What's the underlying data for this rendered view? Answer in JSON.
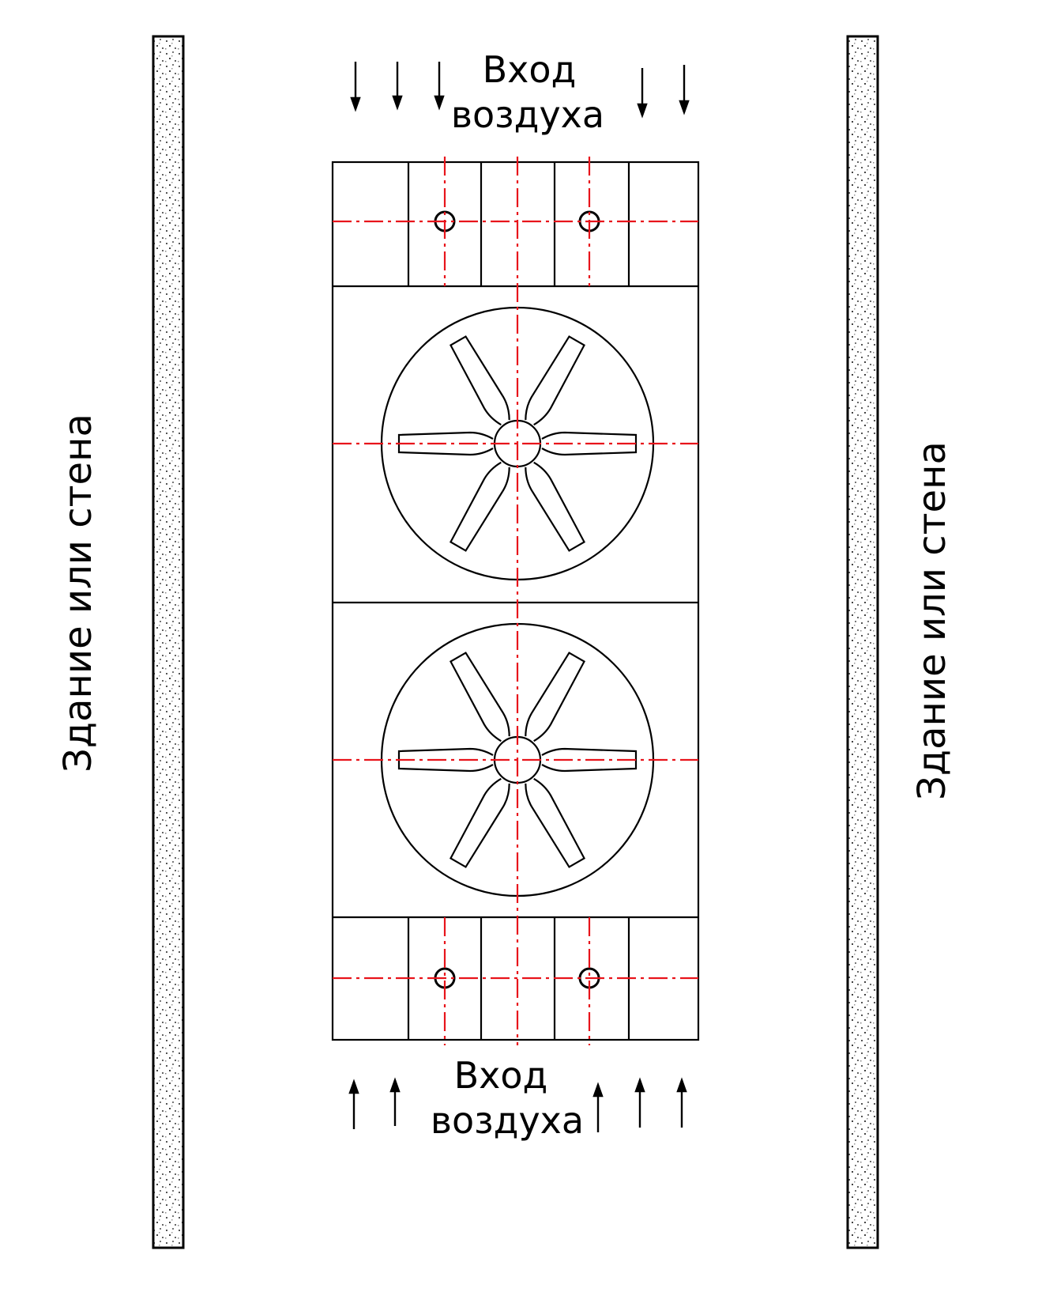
{
  "labels": {
    "air_inlet_top_line1": "Вход",
    "air_inlet_top_line2": "воздуха",
    "air_inlet_bottom_line1": "Вход",
    "air_inlet_bottom_line2": "воздуха",
    "wall_left": "Здание или стена",
    "wall_right": "Здание или стена"
  },
  "diagram": {
    "fans": [
      "upper-fan",
      "lower-fan"
    ],
    "fan_blade_count": 6,
    "coil_sections": [
      "top-coil-section",
      "bottom-coil-section"
    ],
    "arrows": {
      "top_direction": "down",
      "bottom_direction": "up"
    },
    "colors": {
      "line": "#000000",
      "centerline": "#e8141b",
      "wall_speckle": "#444444"
    }
  }
}
